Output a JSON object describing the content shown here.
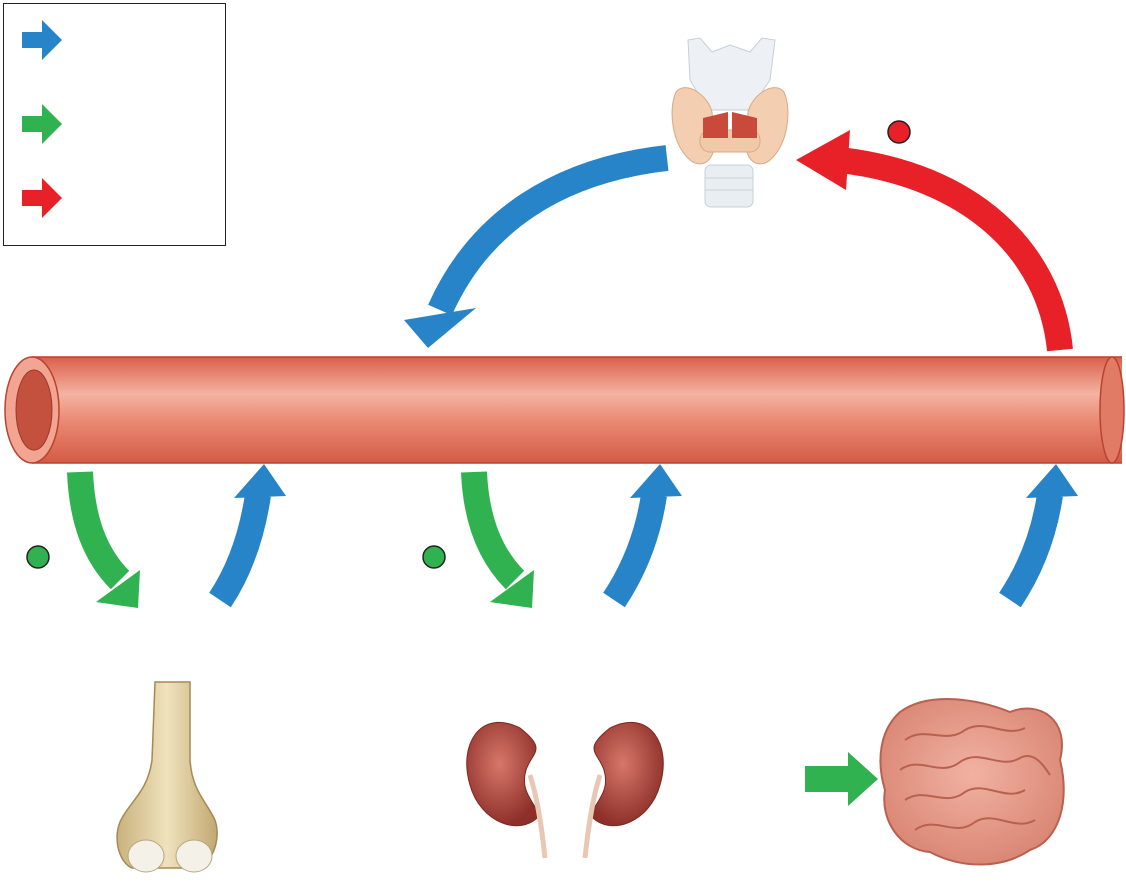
{
  "legend": {
    "items": [
      {
        "key": "blue-arrow",
        "color": "#2784c8",
        "label": ""
      },
      {
        "key": "green-arrow",
        "color": "#2fb24f",
        "label": ""
      },
      {
        "key": "red-arrow",
        "color": "#e82128",
        "label": ""
      }
    ]
  },
  "colors": {
    "blue_arrow": "#2784c8",
    "green_arrow": "#2fb24f",
    "red_arrow": "#e82128",
    "blood_vessel": "#ea7a64",
    "bone": "#e6d4a6",
    "kidney": "#b5473c",
    "intestine": "#e8a08e",
    "thyroid": "#f3d2b4"
  },
  "icons": {
    "thyroid": "thyroid-gland-icon",
    "vessel": "blood-vessel-icon",
    "bone": "bone-icon",
    "kidneys": "kidneys-icon",
    "intestine": "small-intestine-icon"
  },
  "labels": {
    "thyroid_dot": "",
    "bone_dot": "",
    "kidney_dot": ""
  }
}
